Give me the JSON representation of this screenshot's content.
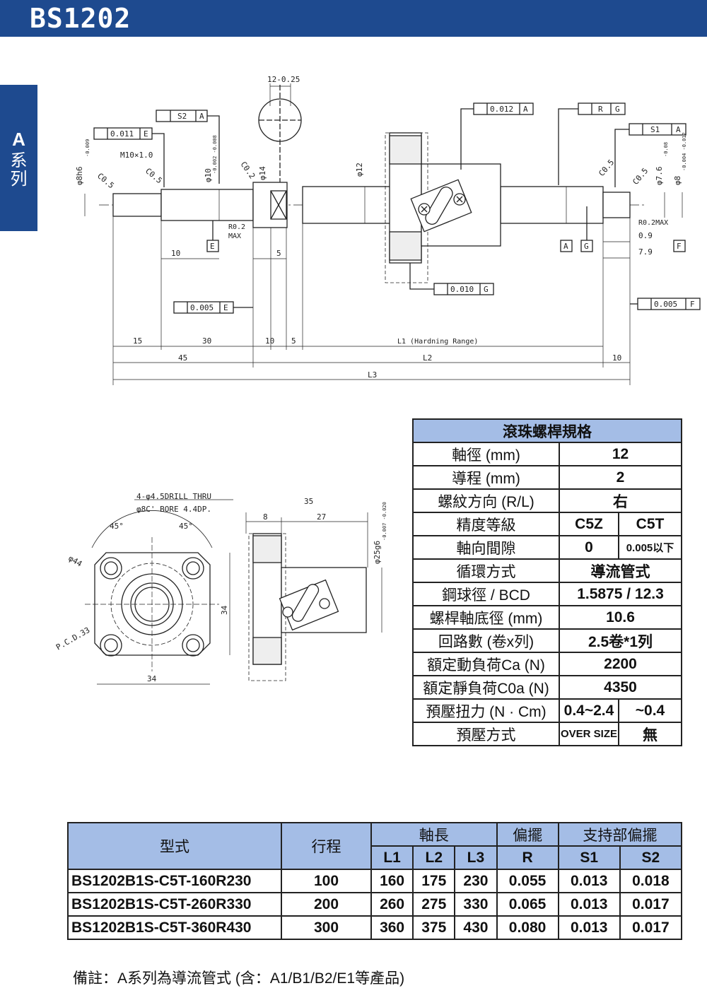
{
  "header": {
    "title": "BS1202"
  },
  "side_tab": {
    "letter": "A",
    "label": "系列"
  },
  "drawing": {
    "top_dim": "12-0.25",
    "geo_s2": "0.011 E",
    "fc_s2": [
      "S2",
      "A"
    ],
    "fc_e": [
      "0.011",
      "E"
    ],
    "fc_a": [
      "0.012",
      "A"
    ],
    "fc_rg": [
      "R",
      "G"
    ],
    "fc_s1": [
      "S1",
      "A"
    ],
    "fc_g": [
      "0.010",
      "G"
    ],
    "fc_e2": [
      "0.005",
      "E"
    ],
    "fc_f": [
      "0.005",
      "F"
    ],
    "dia_8": "φ8h6",
    "tol_8": "-0.009",
    "thread": "M10×1.0",
    "dia_10": "φ10",
    "tol_10": "-0.002 -0.008",
    "ch_05a": "C0.5",
    "ch_05b": "C0.5",
    "ch_02": "C0.2",
    "dia_14": "φ14",
    "dia_12": "φ12",
    "ch_05c": "C0.5",
    "ch_05d": "C0.5",
    "dia_76": "φ7.6",
    "tol_76": "-0.08",
    "dia_8b": "φ8",
    "tol_8b": "-0.004 -0.012",
    "r02max": "R0.2",
    "max": "MAX",
    "r02max2": "R0.2MAX",
    "d09": "0.9",
    "d79": "7.9",
    "datum_e": "E",
    "datum_a": "A",
    "datum_g": "G",
    "datum_f": "F",
    "len_10": "10",
    "len_5": "5",
    "dims_row1": [
      "15",
      "30",
      "10",
      "5",
      "L1 (Hardning Range)",
      "10"
    ],
    "dims_row2": [
      "45",
      "L2"
    ],
    "dims_row3": "L3",
    "flange_note1": "4-φ4.5DRILL THRU",
    "flange_note2": "φ8C' BORE 4.4DP.",
    "ang1": "45°",
    "ang2": "45°",
    "d44": "φ44",
    "pcd": "P.C.D.33",
    "w34": "34",
    "h34": "34",
    "side35": "35",
    "side8": "8",
    "side27": "27",
    "dia25": "φ25g6",
    "tol25": "-0.007 -0.020"
  },
  "spec_table": {
    "title": "滾珠螺桿規格",
    "rows": [
      [
        "軸徑 (mm)",
        "12"
      ],
      [
        "導程 (mm)",
        "2"
      ],
      [
        "螺紋方向 (R/L)",
        "右"
      ],
      [
        "精度等級",
        "C5Z",
        "C5T"
      ],
      [
        "軸向間隙",
        "0",
        "0.005以下"
      ],
      [
        "循環方式",
        "導流管式"
      ],
      [
        "鋼球徑 / BCD",
        "1.5875 / 12.3"
      ],
      [
        "螺桿軸底徑 (mm)",
        "10.6"
      ],
      [
        "回路數 (卷x列)",
        "2.5卷*1列"
      ],
      [
        "額定動負荷Ca (N)",
        "2200"
      ],
      [
        "額定靜負荷C0a (N)",
        "4350"
      ],
      [
        "預壓扭力 (N · Cm)",
        "0.4~2.4",
        "~0.4"
      ],
      [
        "預壓方式",
        "OVER SIZE",
        "無"
      ]
    ]
  },
  "model_table": {
    "h_model": "型式",
    "h_stroke": "行程",
    "h_length": "軸長",
    "h_runout": "偏擺",
    "h_support": "支持部偏擺",
    "sub": [
      "L1",
      "L2",
      "L3",
      "R",
      "S1",
      "S2"
    ],
    "rows": [
      [
        "BS1202B1S-C5T-160R230",
        "100",
        "160",
        "175",
        "230",
        "0.055",
        "0.013",
        "0.018"
      ],
      [
        "BS1202B1S-C5T-260R330",
        "200",
        "260",
        "275",
        "330",
        "0.065",
        "0.013",
        "0.017"
      ],
      [
        "BS1202B1S-C5T-360R430",
        "300",
        "360",
        "375",
        "430",
        "0.080",
        "0.013",
        "0.017"
      ]
    ]
  },
  "note": "備註：A系列為導流管式 (含：A1/B1/B2/E1等產品)"
}
